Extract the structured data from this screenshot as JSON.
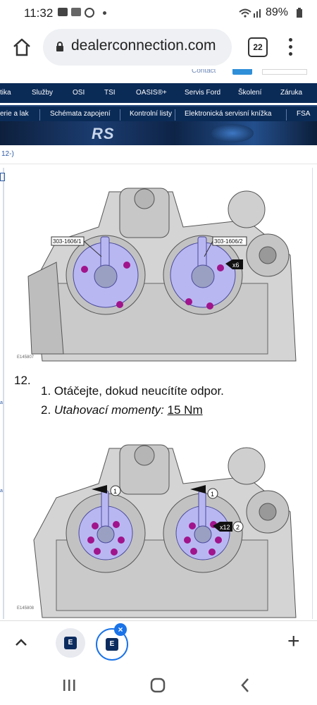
{
  "status": {
    "time": "11:32",
    "battery": "89%"
  },
  "browser": {
    "url": "dealerconnection.com",
    "tab_count": "22"
  },
  "site": {
    "contact": "Contact",
    "nav1": [
      "tika",
      "Služby",
      "OSI",
      "TSI",
      "OASIS®+",
      "Servis Ford",
      "Školení",
      "Záruka"
    ],
    "nav2": [
      "erie a lak",
      "Schémata zapojení",
      "Kontrolní listy",
      "Elektronická servisní knížka",
      "FSA"
    ],
    "banner_text": "RS",
    "breadcrumb": "12-)"
  },
  "content": {
    "fig1": {
      "id": "E145807",
      "label_left": "303-1606/1",
      "label_right": "303-1606/2",
      "callout": "x6"
    },
    "step": {
      "number": "12.",
      "item1": "1. Otáčejte, dokud neucítíte odpor.",
      "item2_prefix": "2. ",
      "item2_italic": "Utahovací momenty:",
      "item2_value": "15 Nm"
    },
    "fig2": {
      "id": "E145808",
      "callout": "x12",
      "num1": "1",
      "num2": "2"
    }
  },
  "bottom": {
    "tab_letter": "E",
    "close": "×",
    "new_tab": "+"
  },
  "colors": {
    "navy": "#0b2b57",
    "accent": "#1a73e8",
    "tool": "#b9b7f2",
    "bolt": "#a0148c"
  }
}
